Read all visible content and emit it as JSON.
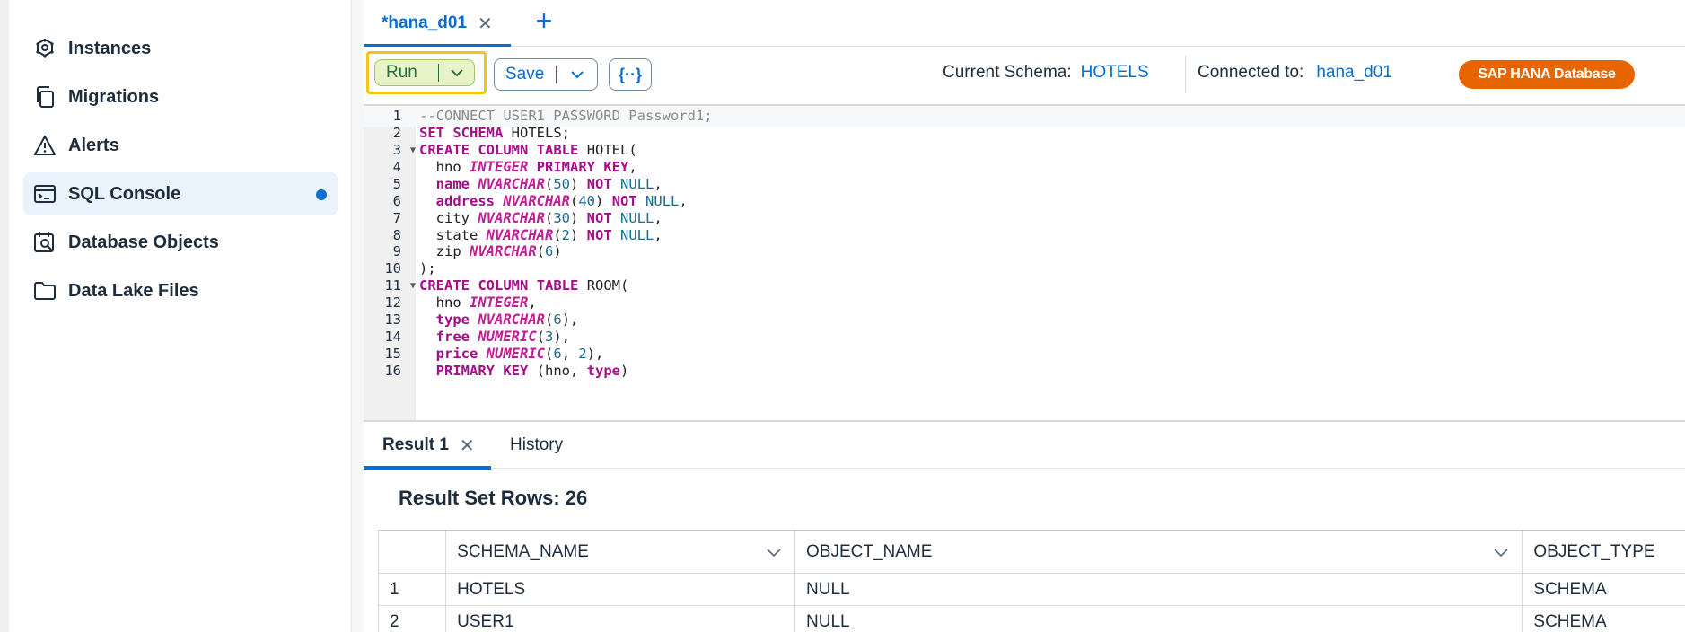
{
  "sidebar": {
    "items": [
      {
        "label": "Instances",
        "icon": "instances-icon",
        "active": false
      },
      {
        "label": "Migrations",
        "icon": "migrations-icon",
        "active": false
      },
      {
        "label": "Alerts",
        "icon": "alert-icon",
        "active": false
      },
      {
        "label": "SQL Console",
        "icon": "sql-console-icon",
        "active": true
      },
      {
        "label": "Database Objects",
        "icon": "database-objects-icon",
        "active": false
      },
      {
        "label": "Data Lake Files",
        "icon": "folder-icon",
        "active": false
      }
    ]
  },
  "tabs": {
    "active_label": "*hana_d01",
    "close_symbol": "✕",
    "add_symbol": "+"
  },
  "toolbar": {
    "run_label": "Run",
    "save_label": "Save",
    "format_symbol": "{··}",
    "schema_label": "Current Schema:",
    "schema_value": "HOTELS",
    "connected_label": "Connected to:",
    "connected_value": "hana_d01",
    "db_badge": "SAP HANA Database"
  },
  "editor": {
    "line_numbers": [
      "1",
      "2",
      "3",
      "4",
      "5",
      "6",
      "7",
      "8",
      "9",
      "10",
      "11",
      "12",
      "13",
      "14",
      "15",
      "16"
    ],
    "lines": [
      "--CONNECT USER1 PASSWORD Password1;",
      "SET SCHEMA HOTELS;",
      "CREATE COLUMN TABLE HOTEL(",
      "  hno INTEGER PRIMARY KEY,",
      "  name NVARCHAR(50) NOT NULL,",
      "  address NVARCHAR(40) NOT NULL,",
      "  city NVARCHAR(30) NOT NULL,",
      "  state NVARCHAR(2) NOT NULL,",
      "  zip NVARCHAR(6)",
      ");",
      "CREATE COLUMN TABLE ROOM(",
      "  hno INTEGER,",
      "  type NVARCHAR(6),",
      "  free NUMERIC(3),",
      "  price NUMERIC(6, 2),",
      "  PRIMARY KEY (hno, type)"
    ]
  },
  "results": {
    "tab_active": "Result 1",
    "tab_history": "History",
    "rows_title": "Result Set Rows: 26",
    "columns": [
      "",
      "SCHEMA_NAME",
      "OBJECT_NAME",
      "OBJECT_TYPE"
    ],
    "rows": [
      [
        "1",
        "HOTELS",
        "NULL",
        "SCHEMA"
      ],
      [
        "2",
        "USER1",
        "NULL",
        "SCHEMA"
      ]
    ]
  },
  "colors": {
    "accent": "#0a6ed1",
    "run_bg": "#e8f3c7",
    "highlight_border": "#f5c518",
    "badge": "#e76500"
  }
}
